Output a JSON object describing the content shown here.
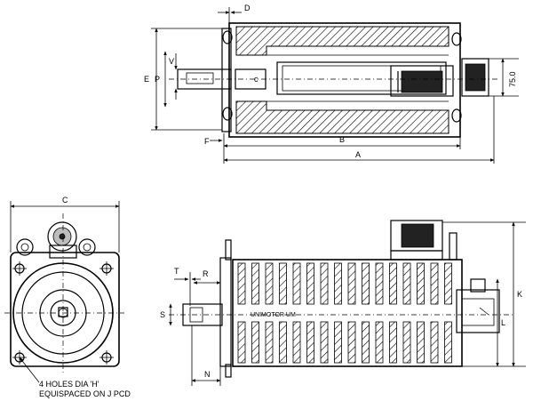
{
  "labels": {
    "D": "D",
    "E": "E",
    "V": "V",
    "P": "P",
    "F": "F",
    "B": "B",
    "A": "A",
    "dim_75": "75.0",
    "C": "C",
    "T": "T",
    "R": "R",
    "S": "S",
    "N": "N",
    "K": "K",
    "L": "L",
    "small_c": "c"
  },
  "brand_text": "UNIMOTOR UM",
  "note": {
    "line1": "4 HOLES DIA 'H'",
    "line2": "EQUISPACED ON J PCD"
  }
}
